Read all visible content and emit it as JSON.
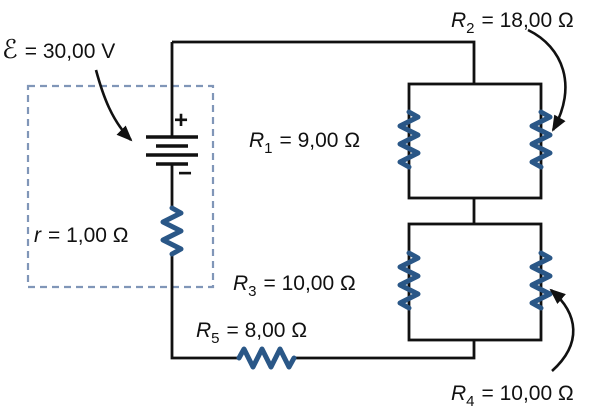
{
  "diagram": {
    "type": "circuit",
    "colors": {
      "wire": "#111111",
      "resistor_symbol": "#2a5787",
      "battery_enclosure_dash": "#8096b8",
      "text": "#111111",
      "background": "#ffffff"
    },
    "emf": {
      "symbol": "ℰ",
      "value": "= 30,00 V"
    },
    "battery": {
      "plus": "+",
      "minus": "−"
    },
    "internal_resistance": {
      "symbol": "r",
      "value": "= 1,00 Ω"
    },
    "resistors": {
      "r1": {
        "symbol": "R",
        "sub": "1",
        "value": "= 9,00 Ω"
      },
      "r2": {
        "symbol": "R",
        "sub": "2",
        "value": "= 18,00 Ω"
      },
      "r3": {
        "symbol": "R",
        "sub": "3",
        "value": "= 10,00 Ω"
      },
      "r4": {
        "symbol": "R",
        "sub": "4",
        "value": "= 10,00 Ω"
      },
      "r5": {
        "symbol": "R",
        "sub": "5",
        "value": "= 8,00 Ω"
      }
    }
  }
}
